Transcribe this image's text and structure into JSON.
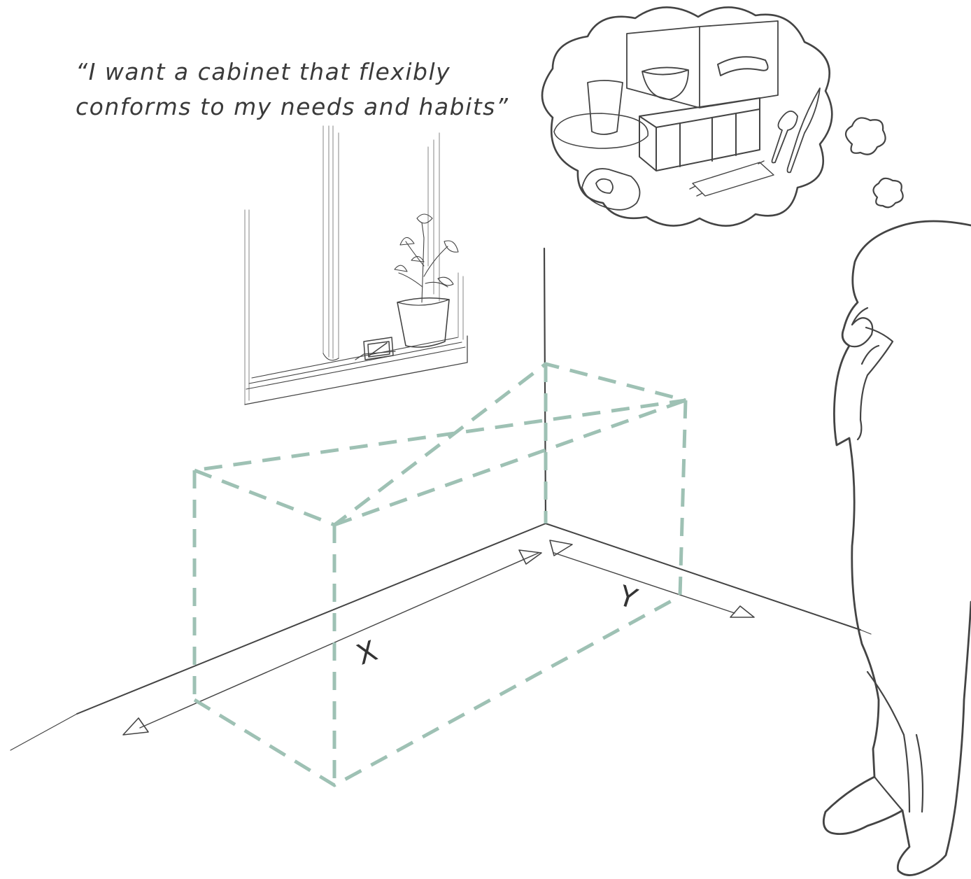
{
  "quote": {
    "line1": "“I want a cabinet that flexibly",
    "line2": "conforms to my needs and habits”"
  },
  "dimension_labels": {
    "x": "X",
    "y": "Y"
  },
  "colors": {
    "sketch": "#444444",
    "cabinet_outline": "#9ec1b4",
    "background": "#ffffff"
  }
}
